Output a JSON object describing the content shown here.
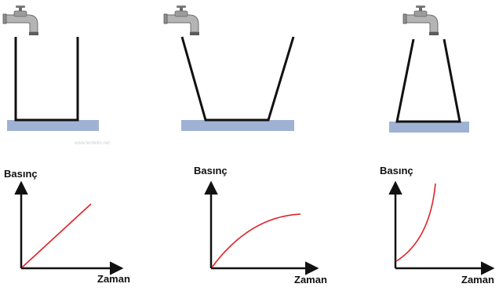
{
  "panels": [
    {
      "id": "straight",
      "y_label": "Basınç",
      "x_label": "Zaman",
      "curve": "linear",
      "container": "straight-walls"
    },
    {
      "id": "widening",
      "y_label": "Basınç",
      "x_label": "Zaman",
      "curve": "concave",
      "container": "widening-walls"
    },
    {
      "id": "narrowing",
      "y_label": "Basınç",
      "x_label": "Zaman",
      "curve": "convex",
      "container": "narrowing-walls"
    }
  ],
  "watermark": "www.fenbilim.net",
  "colors": {
    "base": "#9fb2d4",
    "base_edge": "#8a9fc4",
    "wall": "#111111",
    "curve": "#e0232a",
    "axis": "#111111",
    "faucet_body": "#a9a9a9",
    "faucet_dark": "#5c5c5c"
  },
  "icons": [
    "faucet-icon"
  ]
}
